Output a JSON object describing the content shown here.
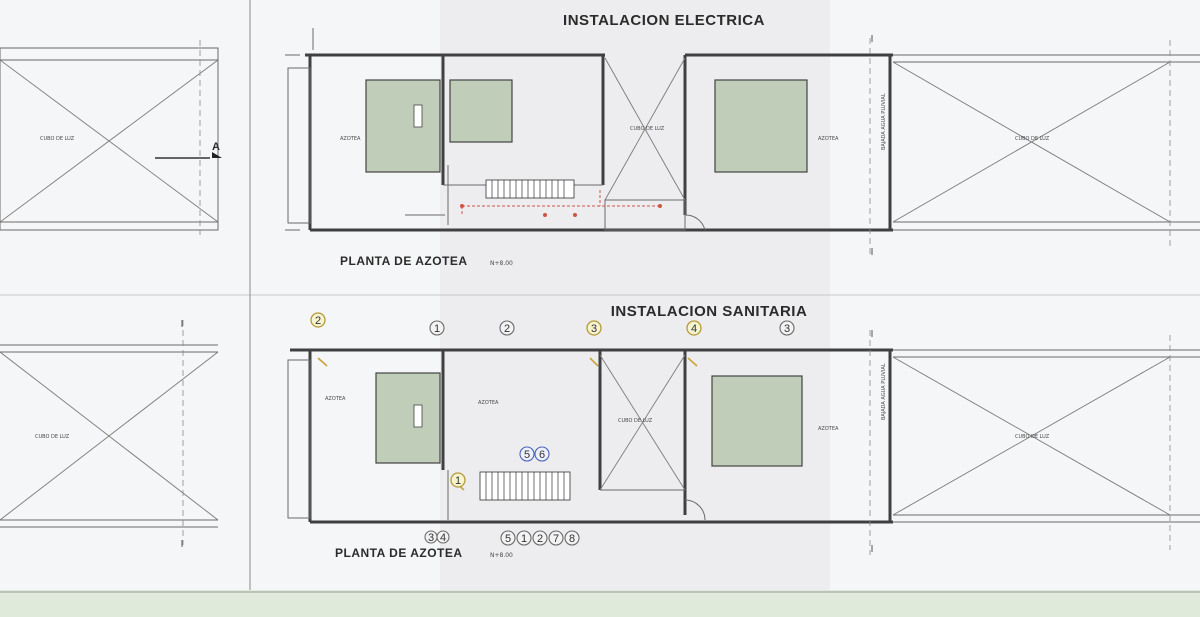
{
  "titles": {
    "electrica": "INSTALACION ELECTRICA",
    "sanitaria": "INSTALACION SANITARIA"
  },
  "plans": {
    "top_label": "PLANTA DE AZOTEA",
    "bottom_label": "PLANTA DE AZOTEA"
  },
  "section_marker": "A",
  "circles": {
    "top_row": [
      "2",
      "1",
      "2",
      "3",
      "4",
      "3"
    ],
    "blue_pair": [
      "5",
      "6"
    ],
    "column_left": "1",
    "bottom_pair": [
      "3",
      "4"
    ],
    "bottom_row": [
      "5",
      "1",
      "2",
      "7",
      "8"
    ]
  },
  "colors": {
    "paper": "#f4f5f6",
    "wall": "#404040",
    "green_fill": "#bfcdb9",
    "yellow_circle": "#b49a3a",
    "blue_circle": "#4a64b8",
    "bottom_strip": "#dfeadb"
  }
}
